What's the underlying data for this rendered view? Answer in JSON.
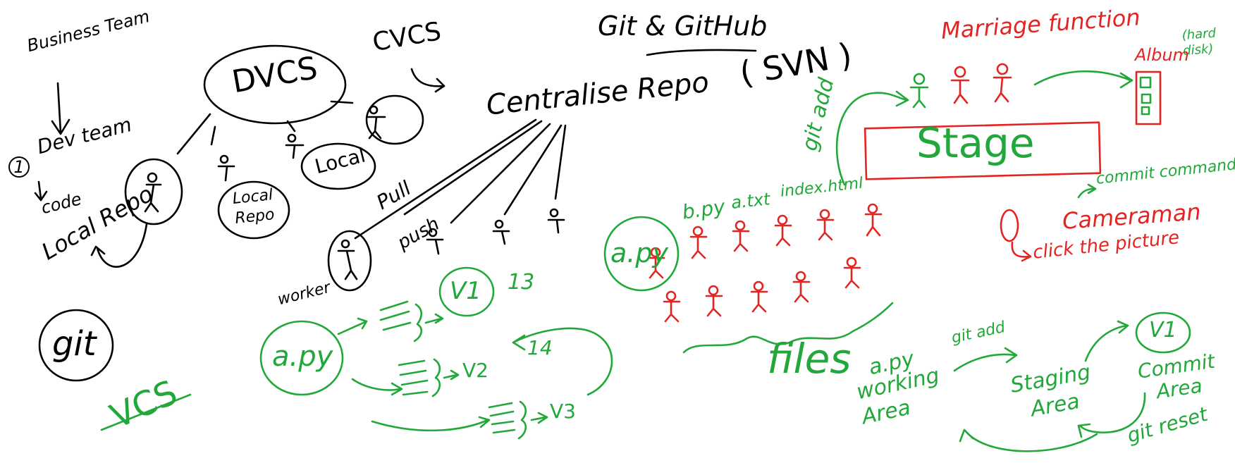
{
  "colors": {
    "black": "#000000",
    "green": "#22a83a",
    "red": "#e52421"
  },
  "labels": {
    "title": "Git & GitHub",
    "business_team": "Business Team",
    "dev_team": "Dev team",
    "step_no": "1",
    "code": "code",
    "local_repo_left": "Local Repo",
    "dvcs": "DVCS",
    "cvcs": "CVCS",
    "local_repo_mid": "Local Repo",
    "local": "Local",
    "pull": "Pull",
    "push": "push",
    "centralise_repo": "Centralise Repo",
    "svn": "( SVN )",
    "worker": "worker",
    "git": "git",
    "vcs": "VCS",
    "a_py_left": "a.py",
    "v1": "V1",
    "v2": "V2",
    "v3": "V3",
    "n13": "13",
    "n14": "14",
    "marriage_function": "Marriage function",
    "album": "Album",
    "hard_disk": "(hard disk)",
    "stage": "Stage",
    "git_add_vertical": "git add",
    "a_py_files": "a.py",
    "b_py": "b.py",
    "a_txt": "a.txt",
    "index_html": "index.html",
    "files": "files",
    "commit_command": "commit command",
    "cameraman": "Cameraman",
    "click_picture": "click the picture",
    "a_py_working": "a.py",
    "working_area": "working Area",
    "git_add_bottom": "git add",
    "staging_area": "Staging Area",
    "v1_bottom": "V1",
    "commit_area": "Commit Area",
    "git_reset": "git reset"
  }
}
